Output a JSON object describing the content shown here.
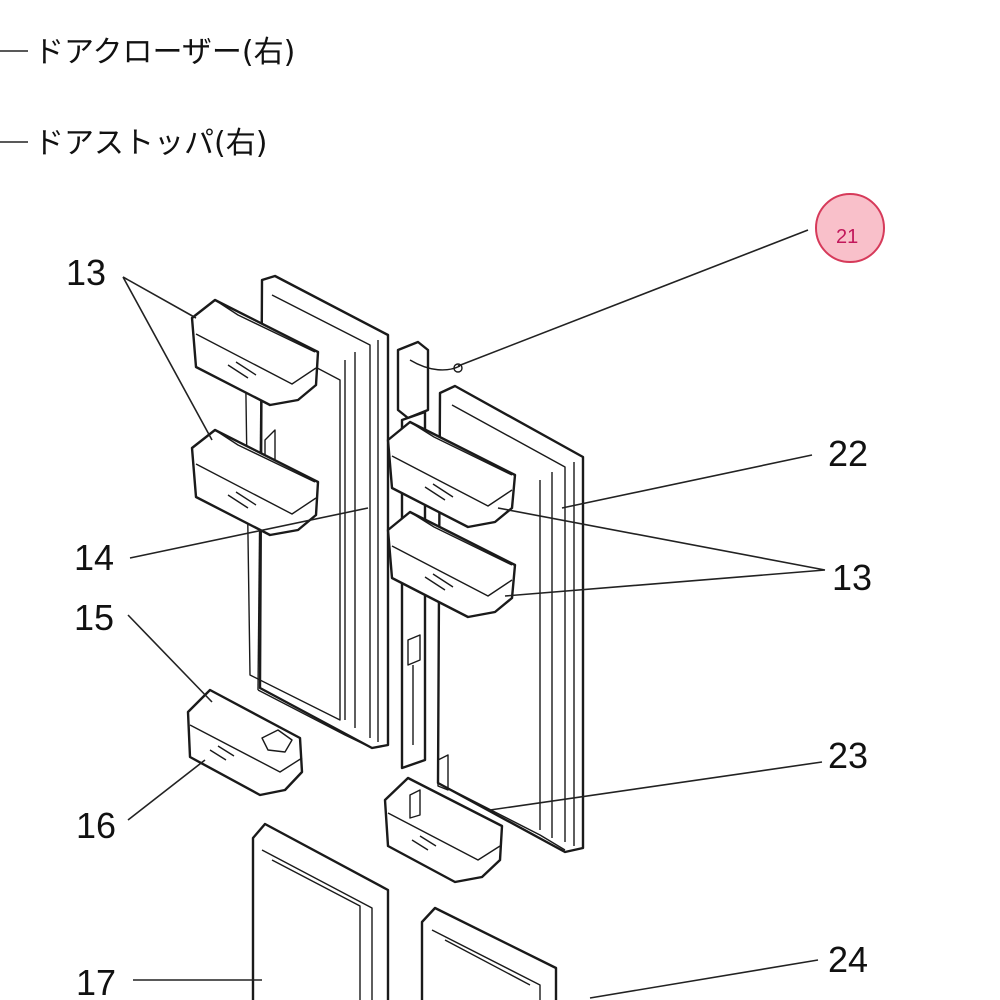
{
  "labels": {
    "door_closer": "ドアクローザー(右)",
    "door_stopper": "ドアストッパ(右)"
  },
  "callouts": {
    "n13_top": "13",
    "n14": "14",
    "n15": "15",
    "n16": "16",
    "n17": "17",
    "n21": "21",
    "n22": "22",
    "n13_right": "13",
    "n23": "23",
    "n24": "24"
  },
  "colors": {
    "highlight_fill": "#f9c0ca",
    "highlight_stroke": "#d63a5a"
  }
}
